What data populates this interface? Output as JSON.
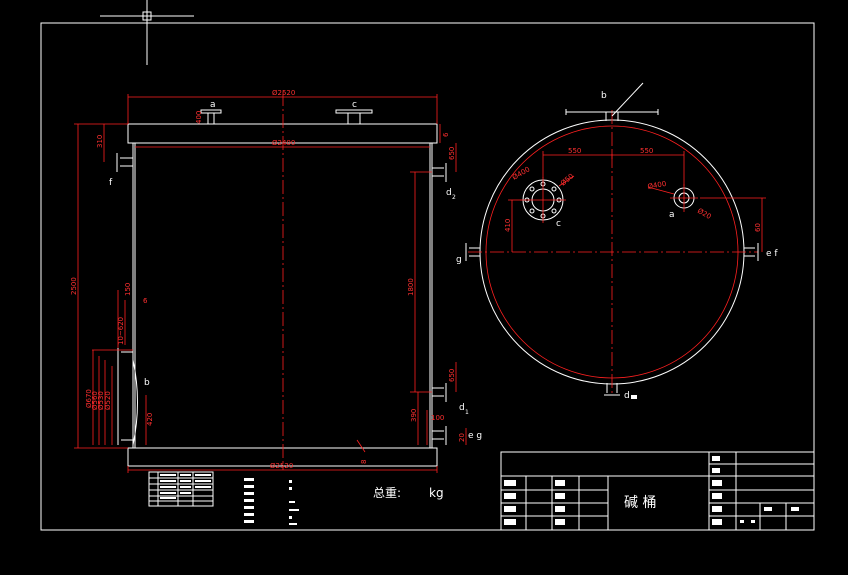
{
  "dims": {
    "top_od": "Ø2520",
    "inner_d": "Ø2400",
    "bottom_od": "Ø2520",
    "height": "2500",
    "right_height": "1800",
    "left_f_offset": "310",
    "right_d2_offset": "650",
    "right_d1_offset": "650",
    "top_plate": "6",
    "left_plate": "6",
    "left_small_1": "150",
    "left_small_2": "10~620",
    "b_dims": [
      "Ø670",
      "Ø560",
      "Ø530",
      "Ø520"
    ],
    "b_height": "420",
    "right_bottom_1": "390",
    "right_bottom_2": "100",
    "right_bottom_3": "20",
    "bottom_thk": "8",
    "top_dim": "400"
  },
  "plan_dims": {
    "left_550": "550",
    "right_550": "550",
    "circle_c": "Ø400",
    "circle_a": "Ø400",
    "small_c": "Ø50",
    "small_a": "Ø20",
    "left_410": "410",
    "right_60": "60"
  },
  "labels": {
    "a_top": "a",
    "c_top": "c",
    "f_left": "f",
    "d2": "d",
    "d2_sub": "2",
    "b_side": "b",
    "d1": "d",
    "d1_sub": "1",
    "eg": "e  g",
    "b_plan": "b",
    "c_plan": "c",
    "a_plan": "a",
    "g_plan": "g",
    "ef_plan": "e f",
    "d_plan": "d"
  },
  "total_weight": {
    "label": "总重:",
    "unit": "kg"
  },
  "title_block": {
    "drawing_name": "碱  桶",
    "left_col": [
      "设计",
      "审核",
      "工艺",
      "批准"
    ],
    "right_col": [
      "比例",
      "共",
      "张",
      "第"
    ],
    "scale_label": "比例"
  }
}
